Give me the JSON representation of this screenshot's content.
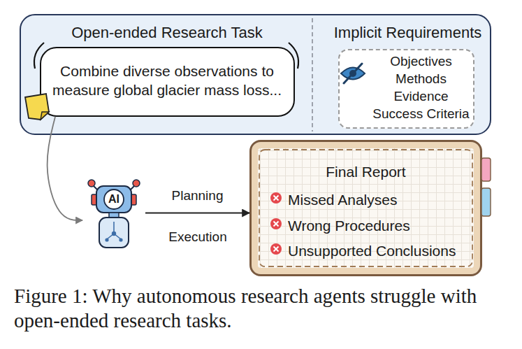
{
  "diagram": {
    "caption": "Figure 1: Why autonomous research agents struggle with open-ended research tasks.",
    "nodes": [
      {
        "text": [
          "Open-ended Research Task",
          "Implicit Requirements"
        ]
      },
      {
        "text": [
          "Combine diverse observations to measure global glacier mass loss..."
        ],
        "in": 0
      },
      {
        "text": [
          "Objectives Methods Evidence Success Criteria"
        ],
        "in": 0
      },
      {
        "text": [
          "AI"
        ]
      },
      {
        "text": [
          "Final Report",
          "Missed Analyses",
          "Wrong Procedures",
          "Unsupported Conclusions"
        ]
      }
    ],
    "edges": [
      {
        "from": 1,
        "to": 3,
        "arrow": "to"
      },
      {
        "from": 3,
        "to": 4,
        "label": "Planning",
        "arrow": "to"
      }
    ],
    "labels": [
      "Execution"
    ]
  }
}
